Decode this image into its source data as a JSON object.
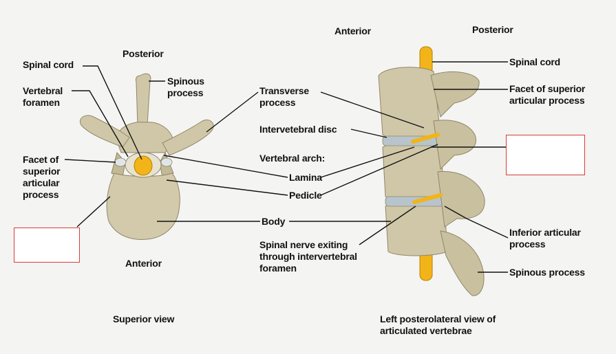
{
  "left_view": {
    "header_posterior": "Posterior",
    "label_anterior": "Anterior",
    "caption": "Superior view",
    "labels": {
      "spinal_cord": "Spinal cord",
      "vertebral_foramen": "Vertebral foramen",
      "spinous_process": "Spinous process",
      "facet_superior": "Facet of superior articular process"
    }
  },
  "middle_labels": {
    "transverse_process": "Transverse process",
    "intervertebral_disc": "Intervetebral disc",
    "vertebral_arch": "Vertebral arch:",
    "lamina": "Lamina",
    "pedicle": "Pedicle",
    "body": "Body",
    "spinal_nerve": "Spinal nerve exiting through intervertebral foramen"
  },
  "right_view": {
    "header_anterior": "Anterior",
    "header_posterior": "Posterior",
    "caption": "Left posterolateral view of articulated vertebrae",
    "labels": {
      "spinal_cord": "Spinal cord",
      "facet_superior": "Facet of superior articular process",
      "inferior_articular": "Inferior articular process",
      "spinous_process": "Spinous process"
    }
  },
  "colors": {
    "bone": "#cfc7a8",
    "bone_shadow": "#a89f80",
    "cord": "#f2b418",
    "box_border": "#d83a3a"
  }
}
